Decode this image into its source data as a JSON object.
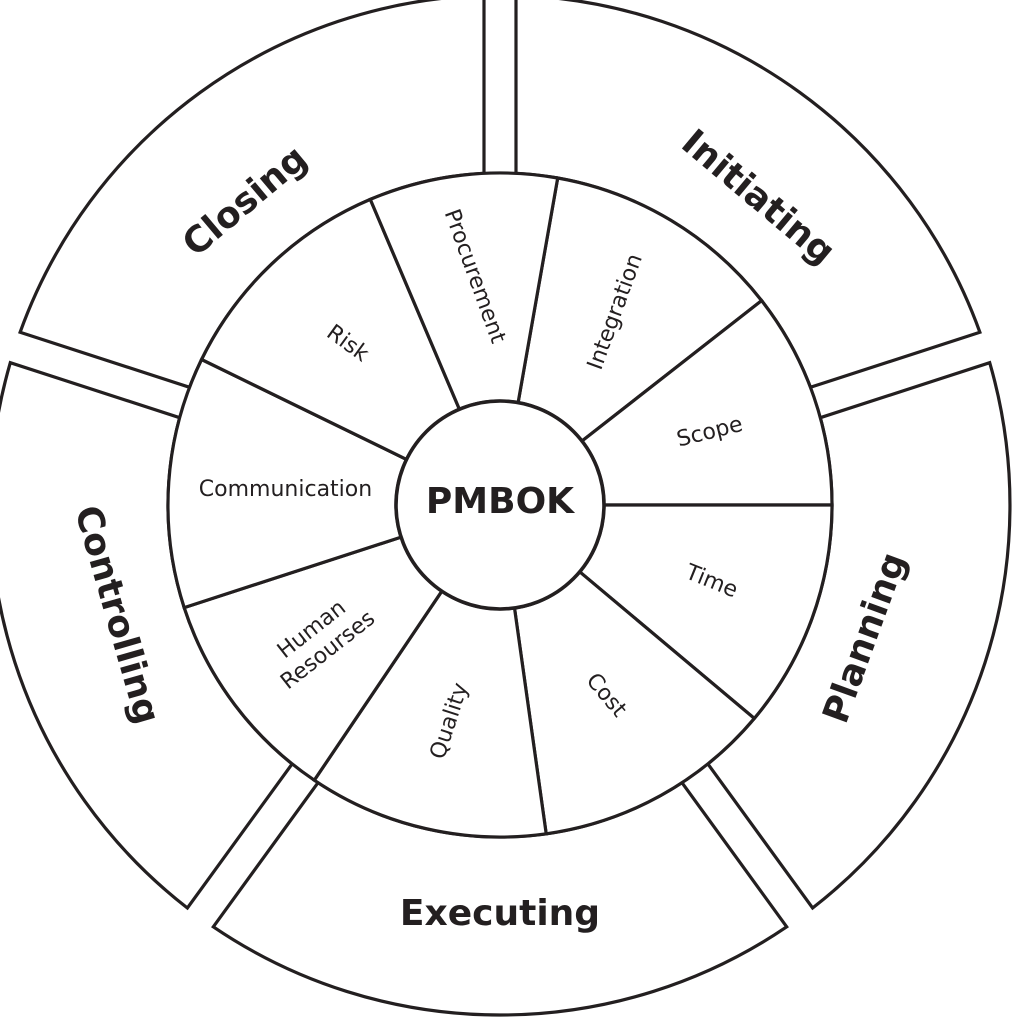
{
  "center": {
    "label": "PMBOK"
  },
  "phases": [
    {
      "id": "initiating",
      "label": "Initiating"
    },
    {
      "id": "planning",
      "label": "Planning"
    },
    {
      "id": "executing",
      "label": "Executing"
    },
    {
      "id": "controlling",
      "label": "Controlling"
    },
    {
      "id": "closing",
      "label": "Closing"
    }
  ],
  "knowledge_areas": [
    {
      "id": "integration",
      "lines": [
        "Integration"
      ]
    },
    {
      "id": "scope",
      "lines": [
        "Scope"
      ]
    },
    {
      "id": "time",
      "lines": [
        "Time"
      ]
    },
    {
      "id": "cost",
      "lines": [
        "Cost"
      ]
    },
    {
      "id": "quality",
      "lines": [
        "Quality"
      ]
    },
    {
      "id": "human-resources",
      "lines": [
        "Human",
        "Resourses"
      ]
    },
    {
      "id": "communication",
      "lines": [
        "Communication"
      ]
    },
    {
      "id": "risk",
      "lines": [
        "Risk"
      ]
    },
    {
      "id": "procurement",
      "lines": [
        "Procurement"
      ]
    }
  ]
}
